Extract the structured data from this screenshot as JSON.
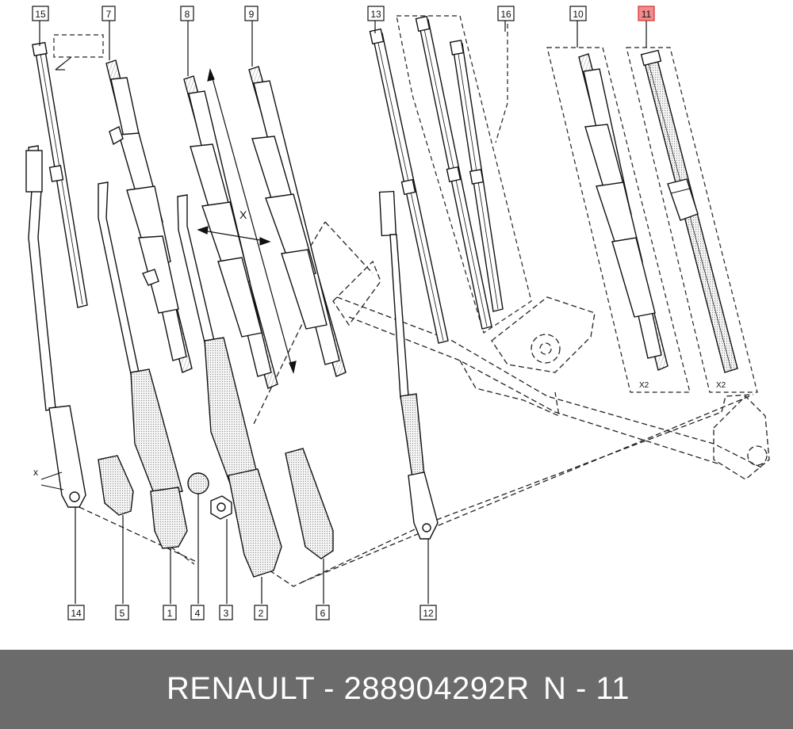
{
  "footer": {
    "brand_part": "RENAULT - 288904292R",
    "ref": "N - 11"
  },
  "callouts": [
    {
      "label": "15",
      "highlighted": false
    },
    {
      "label": "7",
      "highlighted": false
    },
    {
      "label": "8",
      "highlighted": false
    },
    {
      "label": "9",
      "highlighted": false
    },
    {
      "label": "13",
      "highlighted": false
    },
    {
      "label": "16",
      "highlighted": false
    },
    {
      "label": "10",
      "highlighted": false
    },
    {
      "label": "11",
      "highlighted": true
    },
    {
      "label": "14",
      "highlighted": false
    },
    {
      "label": "5",
      "highlighted": false
    },
    {
      "label": "1",
      "highlighted": false
    },
    {
      "label": "4",
      "highlighted": false
    },
    {
      "label": "3",
      "highlighted": false
    },
    {
      "label": "2",
      "highlighted": false
    },
    {
      "label": "6",
      "highlighted": false
    },
    {
      "label": "12",
      "highlighted": false
    }
  ],
  "annotations": {
    "dimension_x": "X",
    "dimension_x_small": "x",
    "qty_10": "X2",
    "qty_11": "X2"
  },
  "colors": {
    "highlight_fill": "#f28b8b",
    "highlight_stroke": "#d03030",
    "footer_bg": "#6b6b6b",
    "line": "#1a1a1a"
  }
}
